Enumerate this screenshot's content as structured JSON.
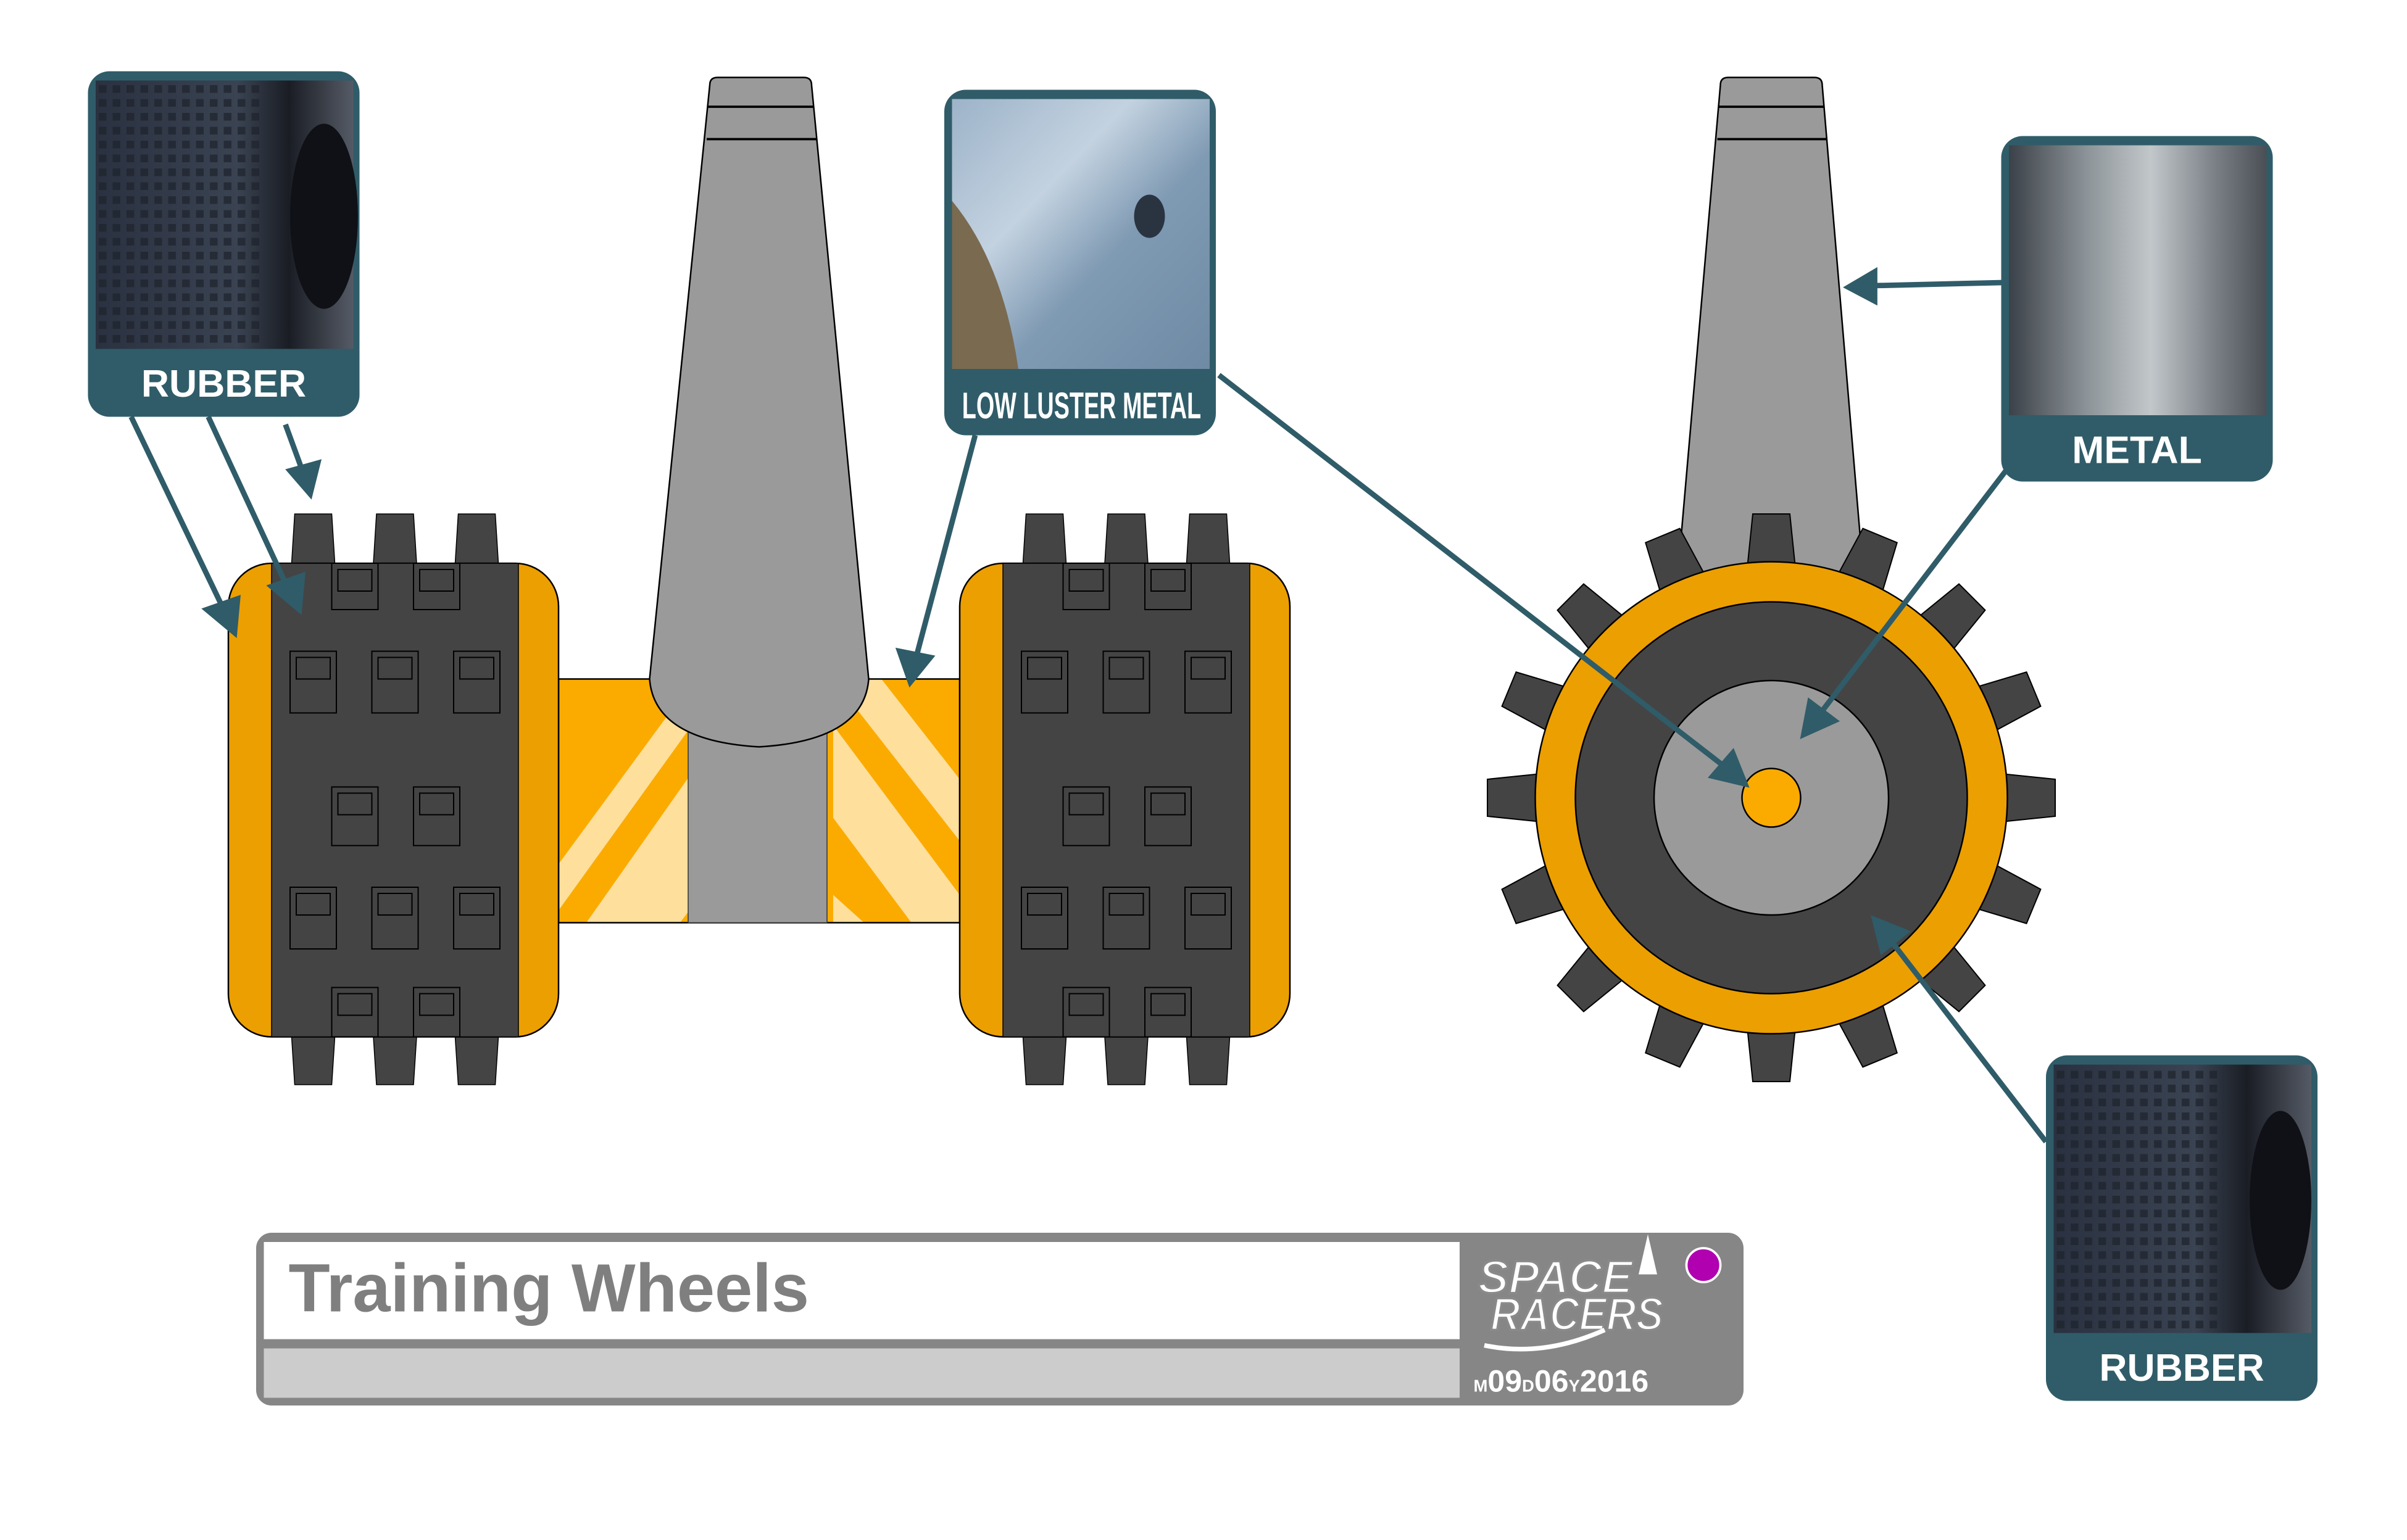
{
  "callouts": {
    "rubber_top": "RUBBER",
    "low_luster_metal": "LOW LUSTER METAL",
    "metal": "METAL",
    "rubber_bottom": "RUBBER"
  },
  "title_block": {
    "title": "Training Wheels",
    "subtitle": "",
    "logo_line1": "SPACE",
    "logo_line2": "RACERS",
    "date_m": "M",
    "date_month": "09",
    "date_d": "D",
    "date_day": "06",
    "date_y": "Y",
    "date_year": "2016"
  },
  "colors": {
    "callout": "#2f5c68",
    "orange": "#ec9f00",
    "axle_orange": "#fbab00",
    "axle_stripe": "#fedf9c",
    "tire": "#444444",
    "metal_grey": "#9a9a9a",
    "title_frame": "#868686",
    "status_dot": "#b000b0"
  }
}
